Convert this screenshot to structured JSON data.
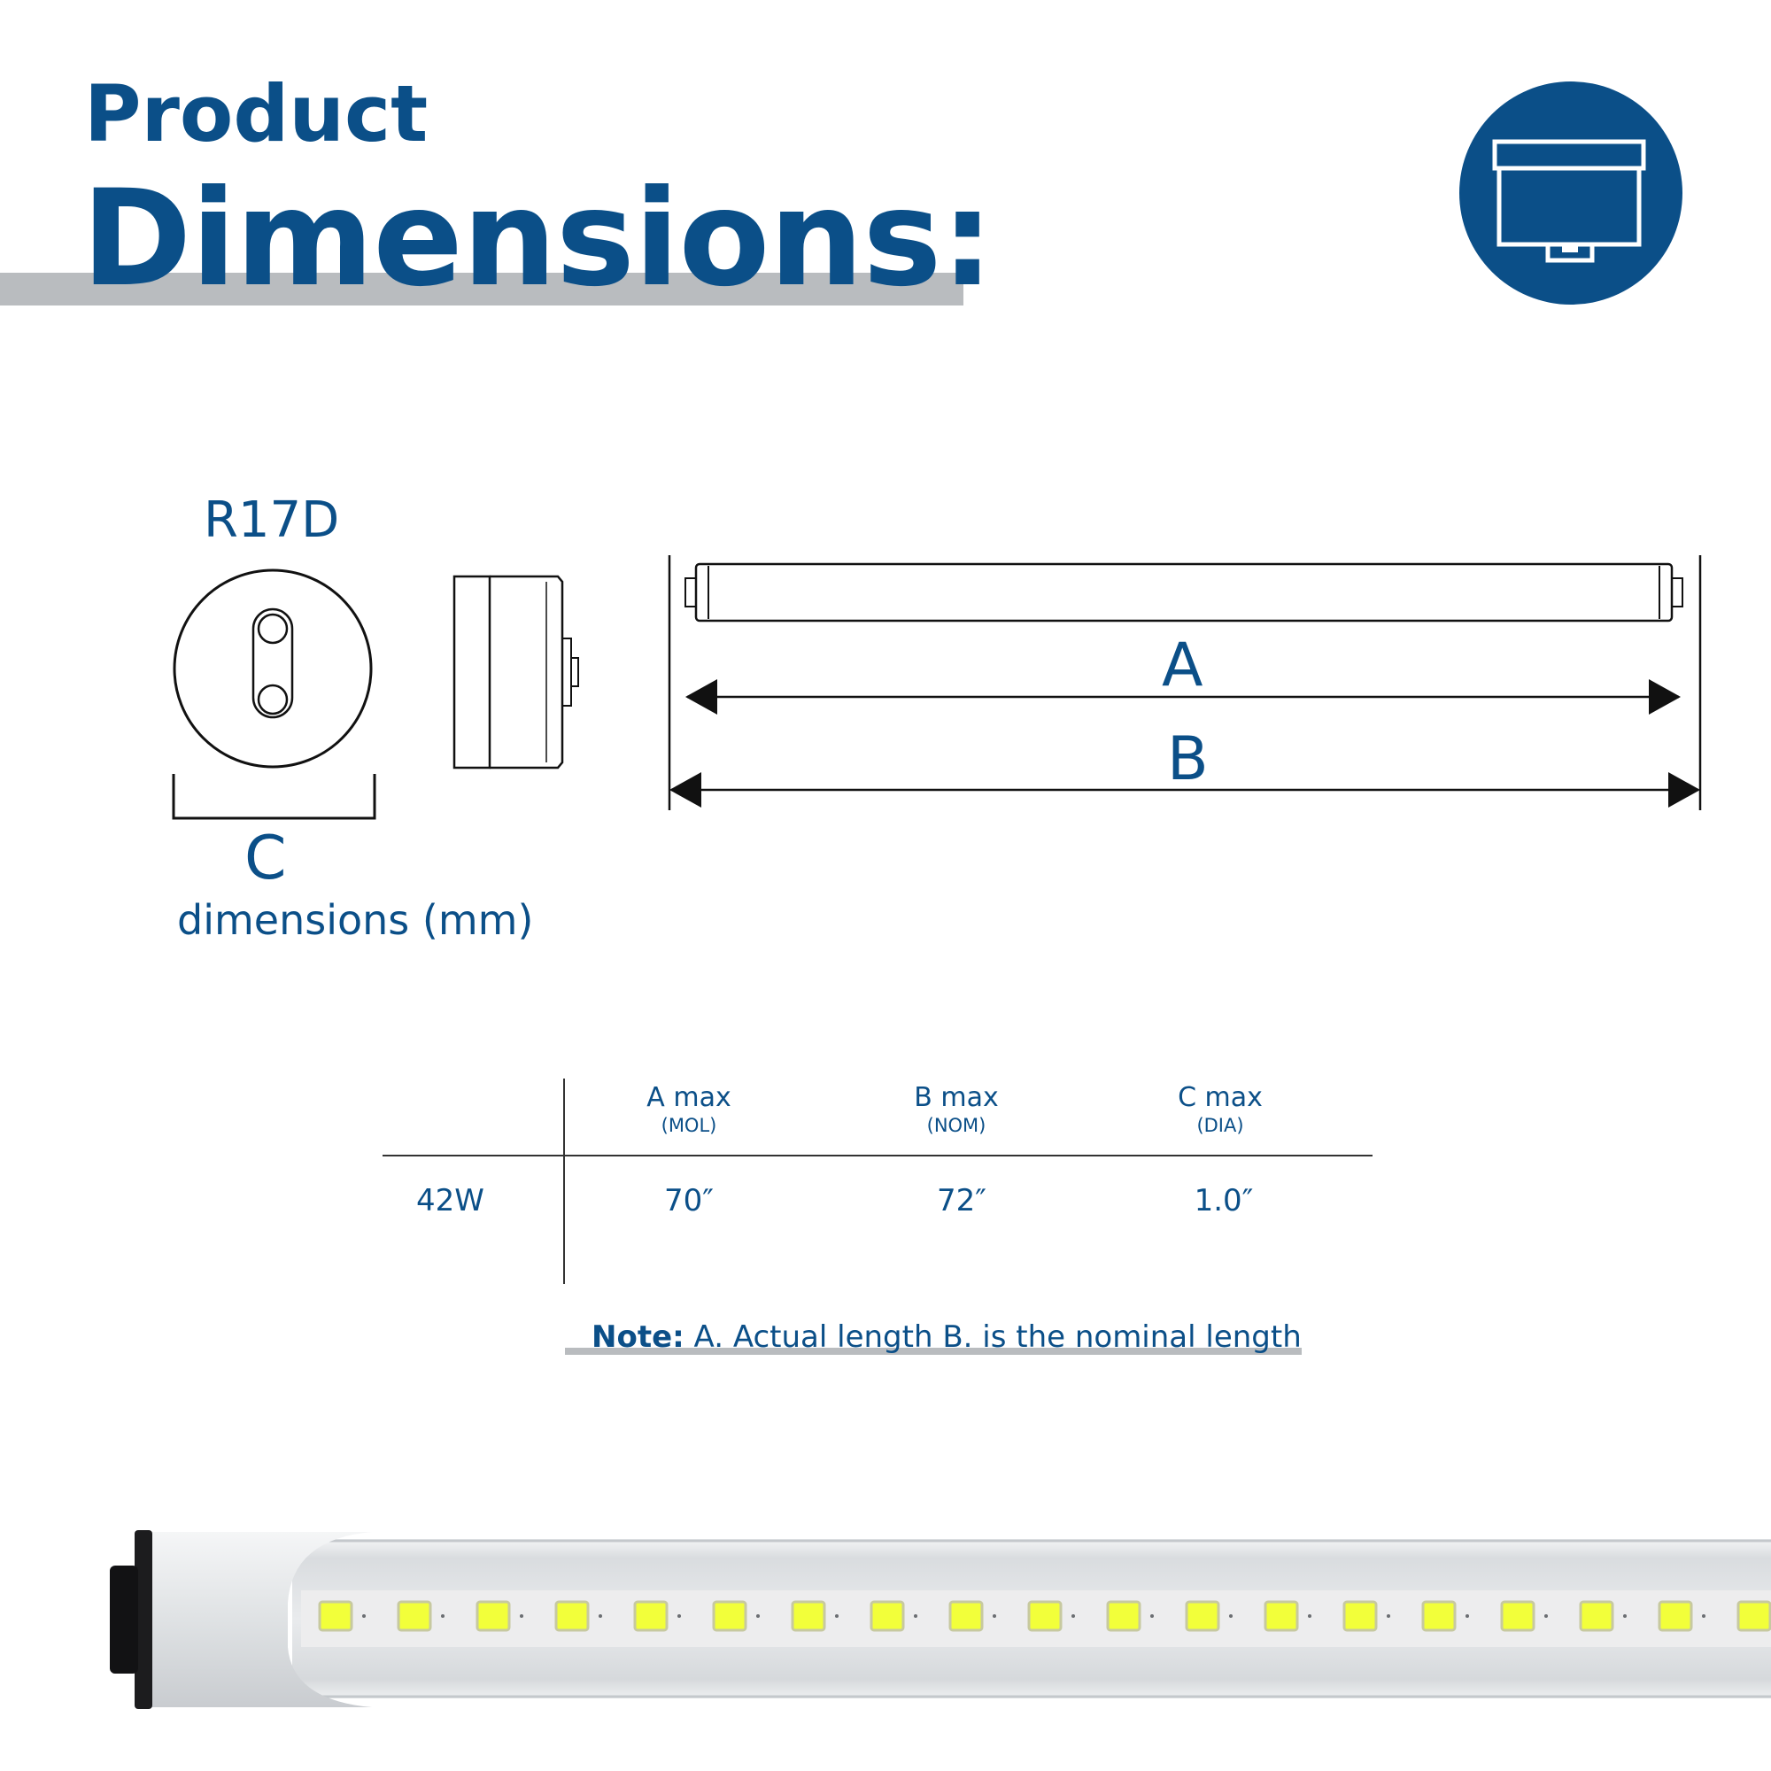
{
  "title": {
    "line1": "Product",
    "line2": "Dimensions:"
  },
  "diagram": {
    "base_type": "R17D",
    "label_c": "C",
    "units_label": "dimensions (mm)",
    "label_a": "A",
    "label_b": "B"
  },
  "table": {
    "columns": [
      {
        "header": "A max",
        "sub": "(MOL)"
      },
      {
        "header": "B max",
        "sub": "(NOM)"
      },
      {
        "header": "C max",
        "sub": "(DIA)"
      }
    ],
    "rows": [
      {
        "label": "42W",
        "values": [
          "70″",
          "72″",
          "1.0″"
        ]
      }
    ]
  },
  "note": {
    "label": "Note:",
    "text": " A. Actual length B. is the nominal length"
  },
  "colors": {
    "brand_blue": "#0b4f88",
    "accent_gray": "#b9bcbf",
    "led_yellow": "#f2ff3a"
  },
  "icons": {
    "badge": "tube-end-cap-icon"
  }
}
